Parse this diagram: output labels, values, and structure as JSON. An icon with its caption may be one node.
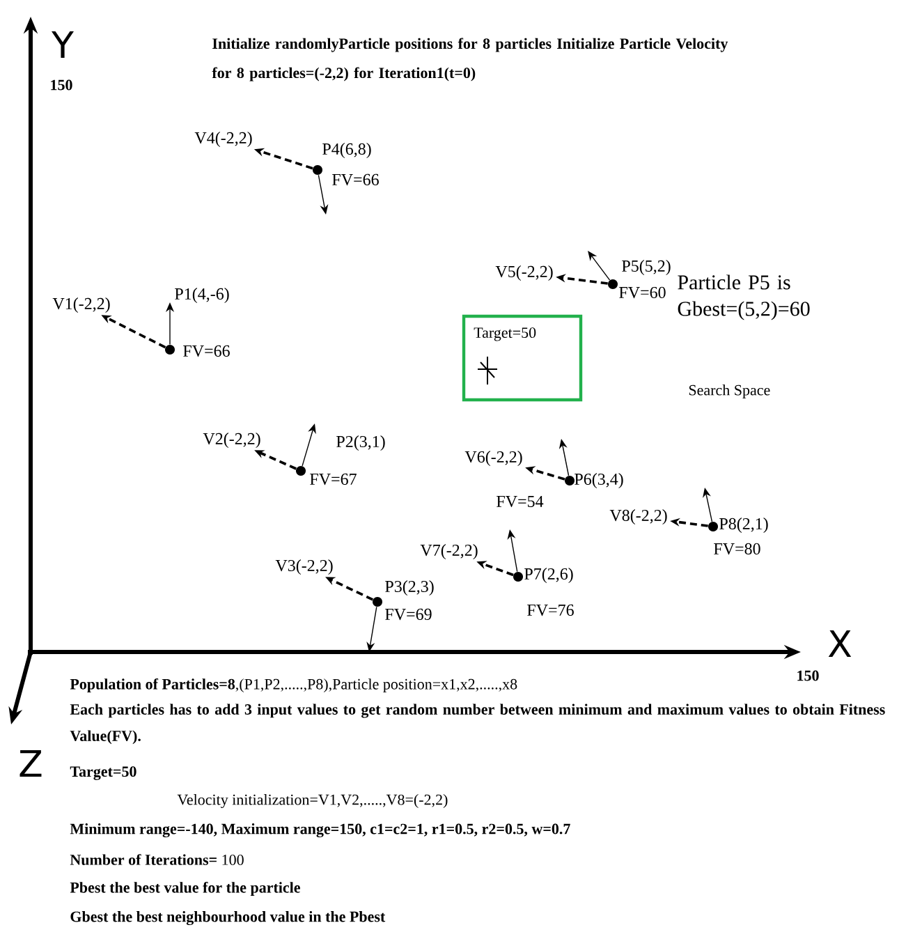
{
  "diagram": {
    "title": "Initialize randomlyParticle positions for 8 particles Initialize Particle Velocity for 8 particles=(-2,2) for Iteration1(t=0)",
    "nodes": [
      {
        "text": [],
        "shape": "circle",
        "beside": [
          "P4(6,8)",
          "FV=66"
        ]
      },
      {
        "text": [
          "V4(-2,2)"
        ]
      },
      {
        "text": [],
        "shape": "circle",
        "beside": [
          "P5(5,2)",
          "FV=60"
        ]
      },
      {
        "text": [
          "V5(-2,2)"
        ]
      },
      {
        "text": [],
        "shape": "circle",
        "beside": [
          "P1(4,-6)",
          "FV=66"
        ]
      },
      {
        "text": [
          "V1(-2,2)"
        ]
      },
      {
        "text": [
          "Target=50"
        ]
      },
      {
        "text": [],
        "shape": "circle",
        "beside": [
          "P2(3,1)",
          "FV=67"
        ]
      },
      {
        "text": [
          "V2(-2,2)"
        ]
      },
      {
        "text": [],
        "shape": "circle",
        "beside": [
          "P6(3,4)",
          "FV=54"
        ]
      },
      {
        "text": [
          "V6(-2,2)"
        ]
      },
      {
        "text": [],
        "shape": "circle",
        "beside": [
          "P8(2,1)",
          "FV=80"
        ]
      },
      {
        "text": [
          "V8(-2,2)"
        ]
      },
      {
        "text": [],
        "shape": "circle",
        "beside": [
          "P7(2,6)",
          "FV=76"
        ]
      },
      {
        "text": [
          "V7(-2,2)"
        ]
      },
      {
        "text": [],
        "shape": "circle",
        "beside": [
          "P3(2,3)",
          "FV=69"
        ]
      },
      {
        "text": [
          "V3(-2,2)"
        ]
      }
    ],
    "edges": [
      {
        "from": 0,
        "to": 1,
        "arrow": "to",
        "style": "dashed"
      },
      {
        "from": 0,
        "to": null,
        "arrow": "to"
      },
      {
        "from": 2,
        "to": 3,
        "arrow": "to",
        "style": "dashed"
      },
      {
        "from": 2,
        "to": null,
        "arrow": "to"
      },
      {
        "from": 4,
        "to": 5,
        "arrow": "to",
        "style": "dashed"
      },
      {
        "from": 4,
        "to": null,
        "arrow": "to"
      },
      {
        "from": 7,
        "to": 8,
        "arrow": "to",
        "style": "dashed"
      },
      {
        "from": 7,
        "to": null,
        "arrow": "to"
      },
      {
        "from": 9,
        "to": 10,
        "arrow": "to",
        "style": "dashed"
      },
      {
        "from": 9,
        "to": null,
        "arrow": "to"
      },
      {
        "from": 11,
        "to": 12,
        "arrow": "to",
        "style": "dashed"
      },
      {
        "from": 11,
        "to": null,
        "arrow": "to"
      },
      {
        "from": 13,
        "to": 14,
        "arrow": "to",
        "style": "dashed"
      },
      {
        "from": 13,
        "to": null,
        "arrow": "to"
      },
      {
        "from": 15,
        "to": 16,
        "arrow": "to",
        "style": "dashed"
      },
      {
        "from": 15,
        "to": null,
        "arrow": "to"
      }
    ],
    "labels": [
      "Y",
      "150",
      "Particle P5 is Gbest=(5,2)=60",
      "Search Space",
      "X",
      "150",
      "**Population of Particles=8**,(P1,P2,.....,P8),Particle position=x1,x2,.....,x8",
      "Each particles has to add 3 input values to get random number between minimum and maximum values to obtain Fitness Value(FV).",
      "Z",
      "Target=50",
      "Velocity initialization=V1,V2,.....,V8=(-2,2)",
      "Minimum range=-140, Maximum range=150, c1=c2=1, r1=0.5, r2=0.5, w=0.7",
      "**Number of Iterations=** 100",
      "Pbest the best value for the particle",
      "Gbest the best neighbourhood value in the Pbest"
    ]
  }
}
